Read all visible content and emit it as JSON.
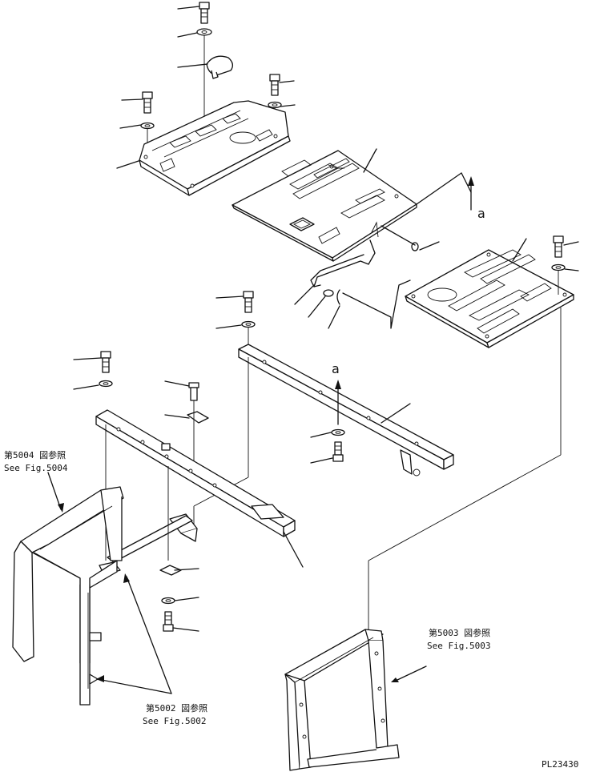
{
  "refs": {
    "fig5004_jp": "第5004 図参照",
    "fig5004_en": "See Fig.5004",
    "fig5002_jp": "第5002 図参照",
    "fig5002_en": "See Fig.5002",
    "fig5003_jp": "第5003 図参照",
    "fig5003_en": "See Fig.5003"
  },
  "markers": {
    "top": "a",
    "middle": "a"
  },
  "drawing_id": "PL23430"
}
